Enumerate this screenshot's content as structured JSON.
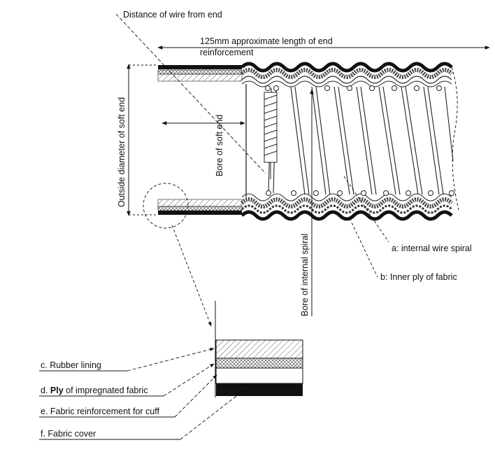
{
  "labels": {
    "distance_of_wire": "Distance of wire from end",
    "end_reinforcement_line1": "125mm approximate length of end",
    "end_reinforcement_line2": "reinforcement",
    "outside_diameter": "Outside diameter of soft end",
    "bore_soft_end": "Bore of soft end",
    "bore_internal_spiral": "Bore of internal spiral",
    "internal_wire_spiral": "a: internal wire spiral",
    "inner_ply": "b: Inner ply of fabric",
    "rubber_lining": "c. Rubber lining",
    "ply_impregnated_prefix": "d. ",
    "ply_impregnated_bold": "Ply",
    "ply_impregnated_rest": " of impregnated fabric",
    "fabric_reinforcement": "e. Fabric reinforcement for cuff",
    "fabric_cover": "f. Fabric cover"
  },
  "colors": {
    "ink": "#111111",
    "paper": "#ffffff"
  }
}
